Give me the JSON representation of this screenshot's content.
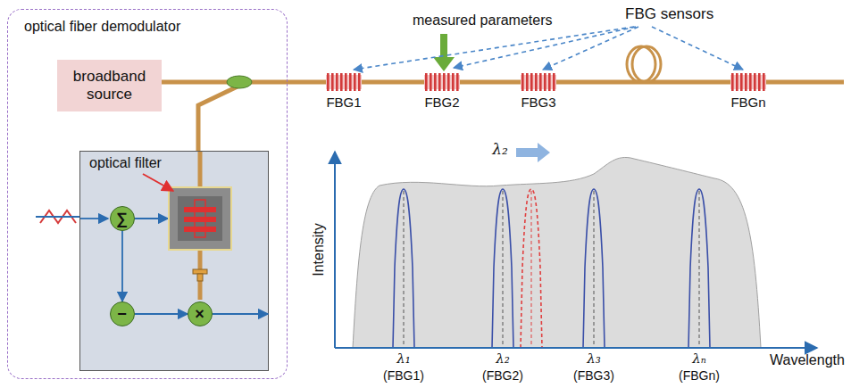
{
  "diagram": {
    "nodes": [
      {
        "text": [
          "optical fiber demodulator"
        ]
      },
      {
        "text": [
          "broadband source"
        ],
        "in": 0
      },
      {
        "text": [
          "optical filter"
        ],
        "in": 0
      },
      {
        "text": [
          "∑"
        ],
        "in": 2
      },
      {
        "text": [
          "−"
        ],
        "in": 2
      },
      {
        "text": [
          "×"
        ],
        "in": 2
      }
    ],
    "edges": [
      {
        "from": 3,
        "to": 4,
        "arrow": "to"
      },
      {
        "from": 4,
        "to": 5,
        "arrow": "to"
      }
    ],
    "labels": [
      "measured parameters",
      "FBG sensors",
      "FBG1",
      "FBG2",
      "FBG3",
      "FBGn",
      "Intensity",
      "Wavelength",
      "λ₂",
      "λ₁",
      "(FBG1)",
      "λ₂",
      "(FBG2)",
      "λ₃",
      "(FBG3)",
      "λₙ",
      "(FBGn)"
    ]
  }
}
